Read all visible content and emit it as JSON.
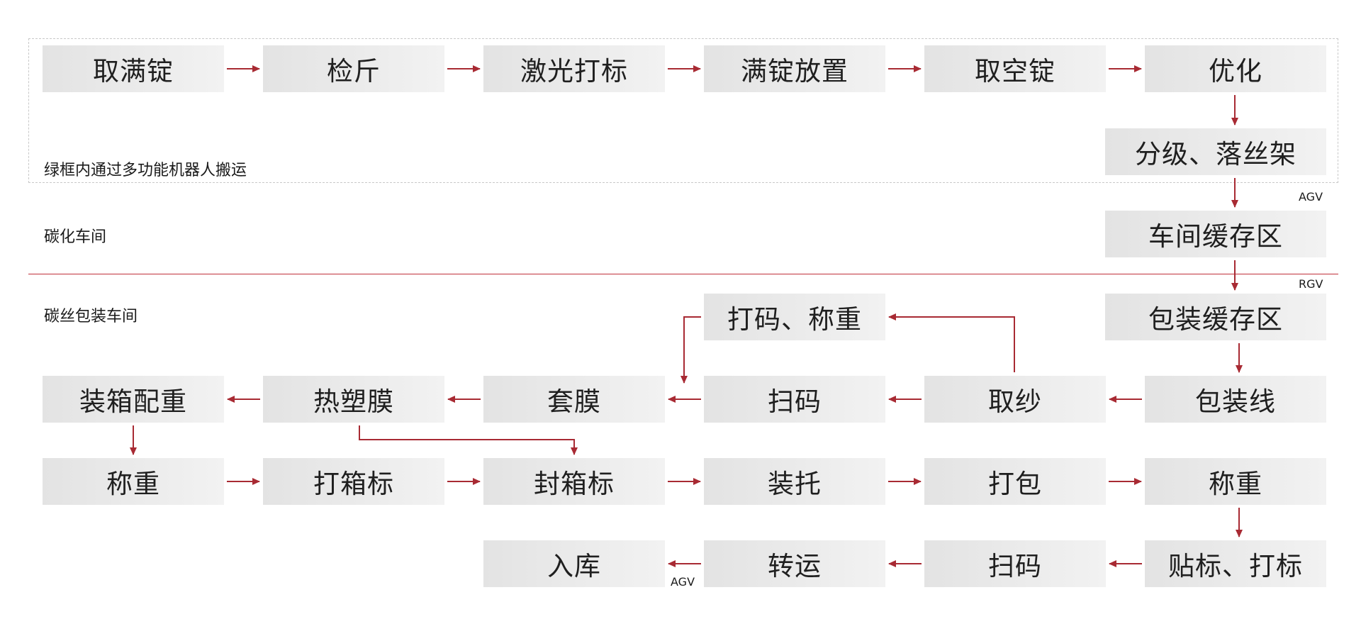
{
  "zone_note": "绿框内通过多功能机器人搬运",
  "areas": {
    "carbonization": "碳化车间",
    "packaging": "碳丝包装车间"
  },
  "tags": {
    "agv_top": "AGV",
    "rgv": "RGV",
    "agv_bottom": "AGV"
  },
  "nodes": {
    "row1": [
      "取满锭",
      "检斤",
      "激光打标",
      "满锭放置",
      "取空锭",
      "优化"
    ],
    "grading": "分级、落丝架",
    "workshop_buffer": "车间缓存区",
    "pack_buffer": "包装缓存区",
    "print_weigh": "打码、称重",
    "row4": [
      "装箱配重",
      "热塑膜",
      "套膜",
      "扫码",
      "取纱",
      "包装线"
    ],
    "row5": [
      "称重",
      "打箱标",
      "封箱标",
      "装托",
      "打包",
      "称重"
    ],
    "row6": [
      "入库",
      "转运",
      "扫码",
      "贴标、打标"
    ]
  },
  "colors": {
    "arrow": "#a82a33",
    "divider": "#c0303a",
    "node_fill_start": "#e3e3e3",
    "node_fill_end": "#f2f2f2",
    "dashed_frame": "#c8c8c8"
  }
}
